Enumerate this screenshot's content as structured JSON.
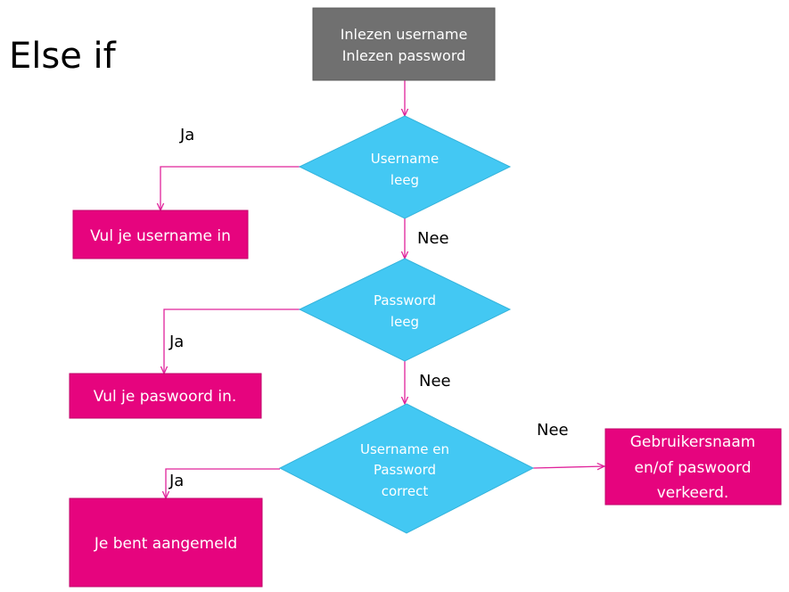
{
  "title": "Else if",
  "colors": {
    "process_gray": "#707070",
    "decision_blue": "#43c8f3",
    "output_magenta": "#e6047e",
    "connector": "#e0249b"
  },
  "nodes": {
    "start": {
      "lines": [
        "Inlezen username",
        "Inlezen password"
      ]
    },
    "decision_username": {
      "lines": [
        "Username",
        "leeg"
      ]
    },
    "decision_password": {
      "lines": [
        "Password",
        "leeg"
      ]
    },
    "decision_correct": {
      "lines": [
        "Username en",
        "Password",
        "correct"
      ]
    },
    "out_username": {
      "lines": [
        "Vul je username in"
      ]
    },
    "out_password": {
      "lines": [
        "Vul je paswoord in."
      ]
    },
    "out_loggedin": {
      "lines": [
        "Je bent aangemeld"
      ]
    },
    "out_wrong": {
      "lines": [
        "Gebruikersnaam",
        "en/of paswoord",
        "verkeerd."
      ]
    }
  },
  "edge_labels": {
    "ja_1": "Ja",
    "nee_1": "Nee",
    "ja_2": "Ja",
    "nee_2": "Nee",
    "ja_3": "Ja",
    "nee_3": "Nee"
  }
}
